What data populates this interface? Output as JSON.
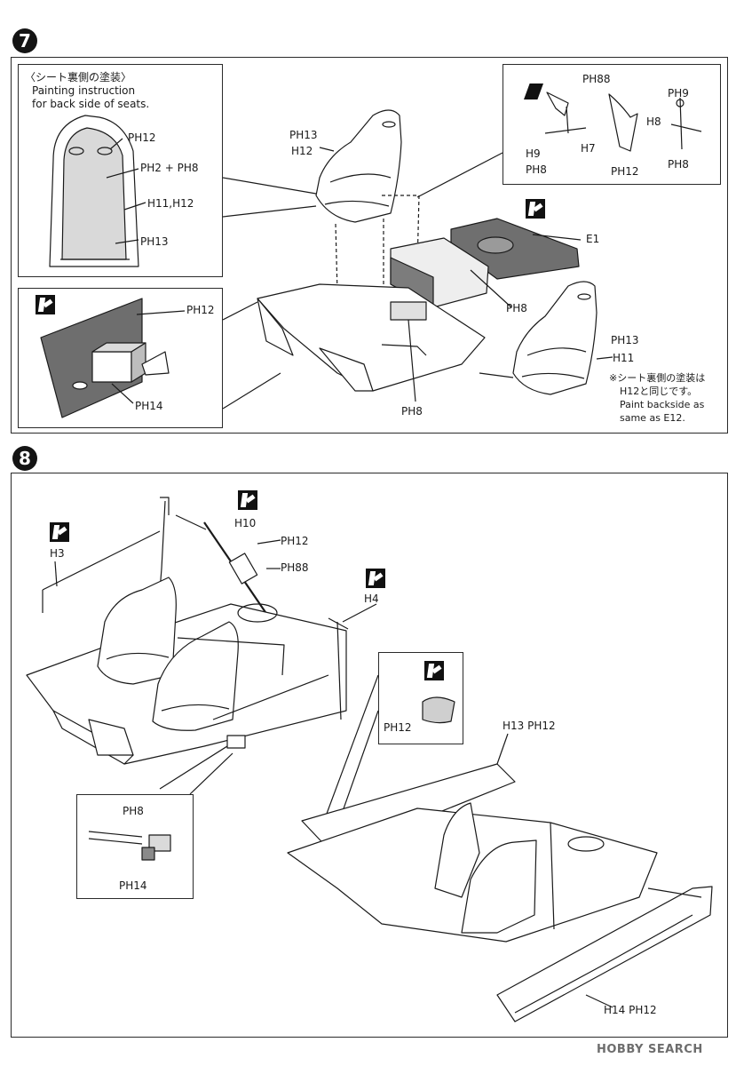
{
  "step7": {
    "number": "7",
    "seat_back_inset": {
      "title_jp": "〈シート裏側の塗装〉",
      "title_en_1": "Painting instruction",
      "title_en_2": "for back side of seats.",
      "label_ph12": "PH12",
      "label_mix": "PH2 + PH8",
      "label_parts": "H11,H12",
      "label_ph13": "PH13"
    },
    "parts_inset": {
      "label_ph88": "PH88",
      "label_ph9": "PH9",
      "label_h9": "H9",
      "label_h7": "H7",
      "label_h8": "H8",
      "label_ph8_left": "PH8",
      "label_ph12": "PH12",
      "label_ph8_right": "PH8"
    },
    "battery_inset": {
      "label_ph12": "PH12",
      "label_ph14": "PH14"
    },
    "main": {
      "seat_left_ph13": "PH13",
      "seat_left_h12": "H12",
      "floor_e1": "E1",
      "tunnel_ph8": "PH8",
      "floor_ph8": "PH8",
      "seat_right_ph13": "PH13",
      "seat_right_h11": "H11",
      "note_jp_1": "※シート裏側の塗装は",
      "note_jp_2": "H12と同じです。",
      "note_en_1": "Paint backside as",
      "note_en_2": "same as E12."
    }
  },
  "step8": {
    "number": "8",
    "main": {
      "label_h3": "H3",
      "label_h10": "H10",
      "label_ph12": "PH12",
      "label_ph88": "PH88",
      "label_h4": "H4"
    },
    "harness_inset": {
      "label_ph8": "PH8",
      "label_ph14": "PH14"
    },
    "floor_inset": {
      "label_ph12": "PH12"
    },
    "assembly": {
      "label_h13_ph12": "H13 PH12",
      "label_h14_ph12": "H14 PH12"
    }
  },
  "watermark": "HOBBY SEARCH",
  "icons": [
    "paint-icon",
    "brand-icon"
  ],
  "colors": {
    "line": "#1a1a1a",
    "gray_fill": "#7a7a7a",
    "light_fill": "#dcdcdc",
    "badge": "#141414"
  }
}
